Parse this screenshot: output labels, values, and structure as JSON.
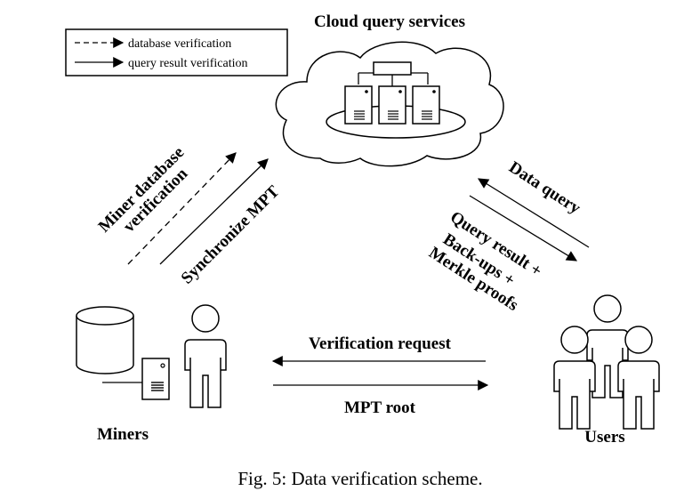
{
  "title": "Cloud query services",
  "legend": {
    "dashed_label": "database verification",
    "solid_label": "query result verification"
  },
  "labels": {
    "miner_db_verification_line1": "Miner database",
    "miner_db_verification_line2": "verification",
    "synchronize_mpt": "Synchronize MPT",
    "data_query": "Data query",
    "query_result_line1": "Query result +",
    "query_result_line2": "Back-ups +",
    "query_result_line3": "Merkle proofs",
    "verification_request": "Verification request",
    "mpt_root": "MPT root",
    "miners": "Miners",
    "users": "Users"
  },
  "caption": "Fig. 5: Data verification scheme.",
  "icons": {
    "cloud": "cloud-icon",
    "server": "server-icon",
    "database": "database-icon",
    "person": "person-icon"
  }
}
